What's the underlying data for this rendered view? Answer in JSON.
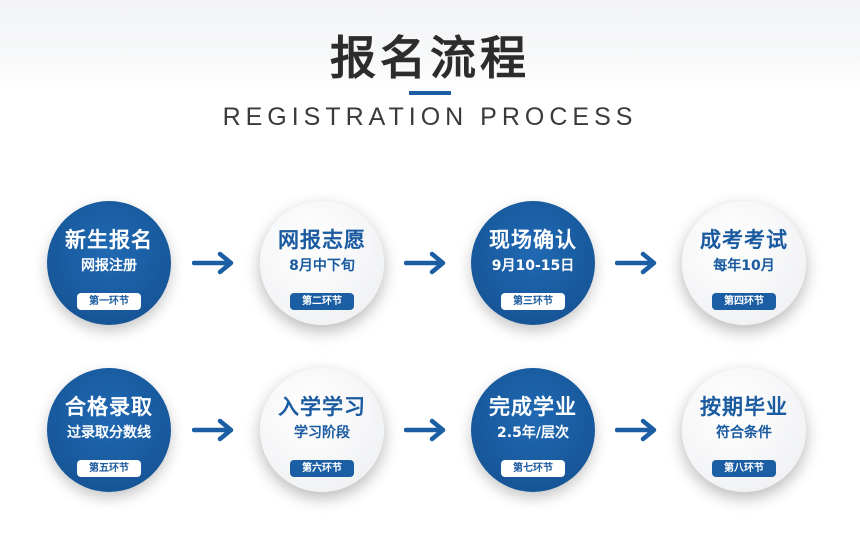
{
  "header": {
    "title": "报名流程",
    "subtitle": "REGISTRATION PROCESS"
  },
  "steps": [
    {
      "main": "新生报名",
      "sub": "网报注册",
      "badge": "第一环节",
      "style": "blue"
    },
    {
      "main": "网报志愿",
      "sub": "8月中下旬",
      "badge": "第二环节",
      "style": "white"
    },
    {
      "main": "现场确认",
      "sub": "9月10-15日",
      "badge": "第三环节",
      "style": "blue"
    },
    {
      "main": "成考考试",
      "sub": "每年10月",
      "badge": "第四环节",
      "style": "white"
    },
    {
      "main": "合格录取",
      "sub": "过录取分数线",
      "badge": "第五环节",
      "style": "blue"
    },
    {
      "main": "入学学习",
      "sub": "学习阶段",
      "badge": "第六环节",
      "style": "white"
    },
    {
      "main": "完成学业",
      "sub": "2.5年/层次",
      "badge": "第七环节",
      "style": "blue"
    },
    {
      "main": "按期毕业",
      "sub": "符合条件",
      "badge": "第八环节",
      "style": "white"
    }
  ],
  "colors": {
    "primary_blue": "#1b5ea3",
    "title_text": "#2c2c2c"
  },
  "icons": {
    "flow_arrow": "arrow-right-icon"
  }
}
